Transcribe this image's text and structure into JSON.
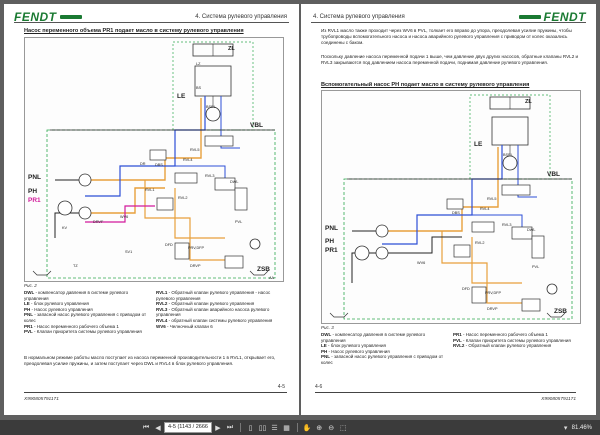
{
  "brand": "FENDT",
  "left_page": {
    "chapter": "4. Система рулевого управления",
    "section_title": "Насос переменного объема PR1 подает масло в систему рулевого управления",
    "figure_caption": "Рис. 2",
    "diagram_labels": {
      "pnl": "PNL",
      "ph": "PH",
      "pr1": "PR1",
      "vbl": "VBL",
      "le": "LE",
      "zsb": "ZSB",
      "zl": "ZL",
      "rvl5": "RVL5",
      "rvl4": "RVL4",
      "rvl3": "RVL3",
      "rvl2": "RVL2",
      "rvl1": "RVL1",
      "dwl": "DWL",
      "drvf": "DRVF",
      "drvp": "DRVP",
      "pvl": "PVL",
      "dfd": "DFD",
      "wv6": "WV6",
      "bs": "BS",
      "bsel": "BSEL",
      "dbs": "DBS",
      "kv": "KV",
      "dr": "DR",
      "prv": "PRV",
      "prvdfp": "PRV,DFP",
      "tz": "TZ",
      "lz": "LZ",
      "sv1": "SV1",
      "aa": "АА"
    },
    "legend_left": [
      {
        "key": "DWL",
        "text": " - компенсатор давления в системе рулевого управления"
      },
      {
        "key": "LE",
        "text": " - блок рулевого управления"
      },
      {
        "key": "PH",
        "text": " - Насос рулевого управления"
      },
      {
        "key": "PNL",
        "text": " - запасной насос рулевого управления с приводом от колес"
      },
      {
        "key": "PR1",
        "text": " - Насос переменного рабочего объема 1"
      },
      {
        "key": "PVL",
        "text": " - Клапан приоритета системы рулевого управления"
      }
    ],
    "legend_right": [
      {
        "key": "RVL1",
        "text": " - Обратный клапан рулевого управления - насос рулевого управления"
      },
      {
        "key": "RVL2",
        "text": " - Обратный клапан рулевого управления"
      },
      {
        "key": "RVL3",
        "text": " - Обратный клапан аварийного насоса рулевого управления"
      },
      {
        "key": "RVL4",
        "text": " - обратный клапан системы рулевого управления"
      },
      {
        "key": "WV6",
        "text": " - Челночный клапан 6"
      }
    ],
    "paragraph": "В нормальном режиме работы масло поступает из насоса переменной производительности 1 в RVL1, открывает его, преодолевая усилие пружины, и затем поступает через DWL и RVL4 в блок рулевого управления.",
    "page_num": "4-5",
    "doc_id": "X990805791171"
  },
  "right_page": {
    "chapter": "4. Система рулевого управления",
    "paragraph_top": "Из RVL1 масло также проходит через WV6 в PVL, толкает его вправо до упора, преодолевая усилие пружины, чтобы трубопроводы вспомогательного насоса и насоса аварийного рулевого управления с приводом от колес оказались соединены с баком.",
    "paragraph_mid": "Поскольку давление насоса переменной подачи 1 выше, чем давление двух других насосов, обратные клапаны RVL2 и RVL3 закрываются под давлением насоса переменной подачи, поднимая давление рулевого управления.",
    "section_title": "Вспомогательный насос PH подает масло в систему рулевого управления",
    "figure_caption": "Рис. 3",
    "legend_left": [
      {
        "key": "DWL",
        "text": " - компенсатор давления в системе рулевого управления"
      },
      {
        "key": "LE",
        "text": " - блок рулевого управления"
      },
      {
        "key": "PH",
        "text": " - Насос рулевого управления"
      },
      {
        "key": "PNL",
        "text": " - запасной насос рулевого управления с приводом от колес"
      }
    ],
    "legend_right": [
      {
        "key": "PR1",
        "text": " - Насос переменного рабочего объема 1"
      },
      {
        "key": "PVL",
        "text": " - Клапан приоритета системы рулевого управления"
      },
      {
        "key": "RVL2",
        "text": " - Обратный клапан рулевого управления"
      }
    ],
    "page_num": "4-6",
    "doc_id": "X990805791171"
  },
  "toolbar": {
    "page_field": "4-5 (1143 / 2666",
    "zoom": "81.46%"
  },
  "colors": {
    "brand_green": "#1a7a32",
    "oil_orange": "#e8a03c",
    "pressure_blue": "#2d4fd6",
    "pr1_magenta": "#d21a9b",
    "tank_green": "#2fa84f"
  }
}
